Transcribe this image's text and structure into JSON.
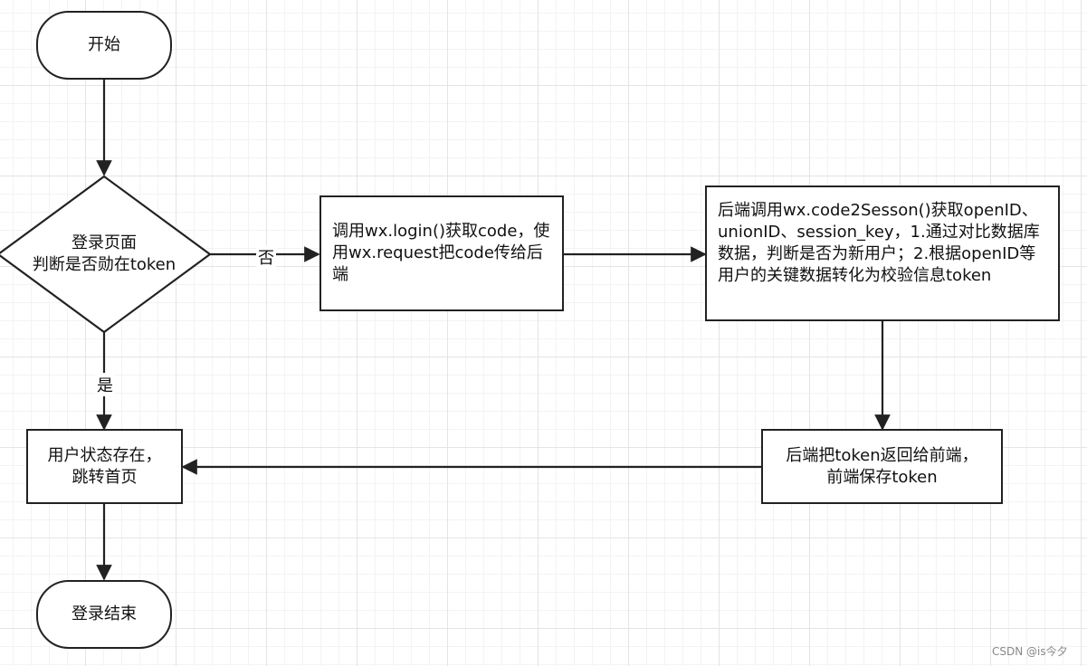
{
  "nodes": {
    "start": "开始",
    "decision_line1": "登录页面",
    "decision_line2": "判断是否勋在token",
    "wx_login": "调用wx.login()获取code，使用wx.request把code传给后端",
    "backend": "后端调用wx.code2Sesson()获取openID、unionID、session_key，1.通过对比数据库数据，判断是否为新用户；2.根据openID等用户的关键数据转化为校验信息token",
    "return_token_line1": "后端把token返回给前端，",
    "return_token_line2": "前端保存token",
    "user_exists_line1": "用户状态存在，",
    "user_exists_line2": "跳转首页",
    "end": "登录结束"
  },
  "edge_labels": {
    "no": "否",
    "yes": "是"
  },
  "watermark": "CSDN @is今夕"
}
